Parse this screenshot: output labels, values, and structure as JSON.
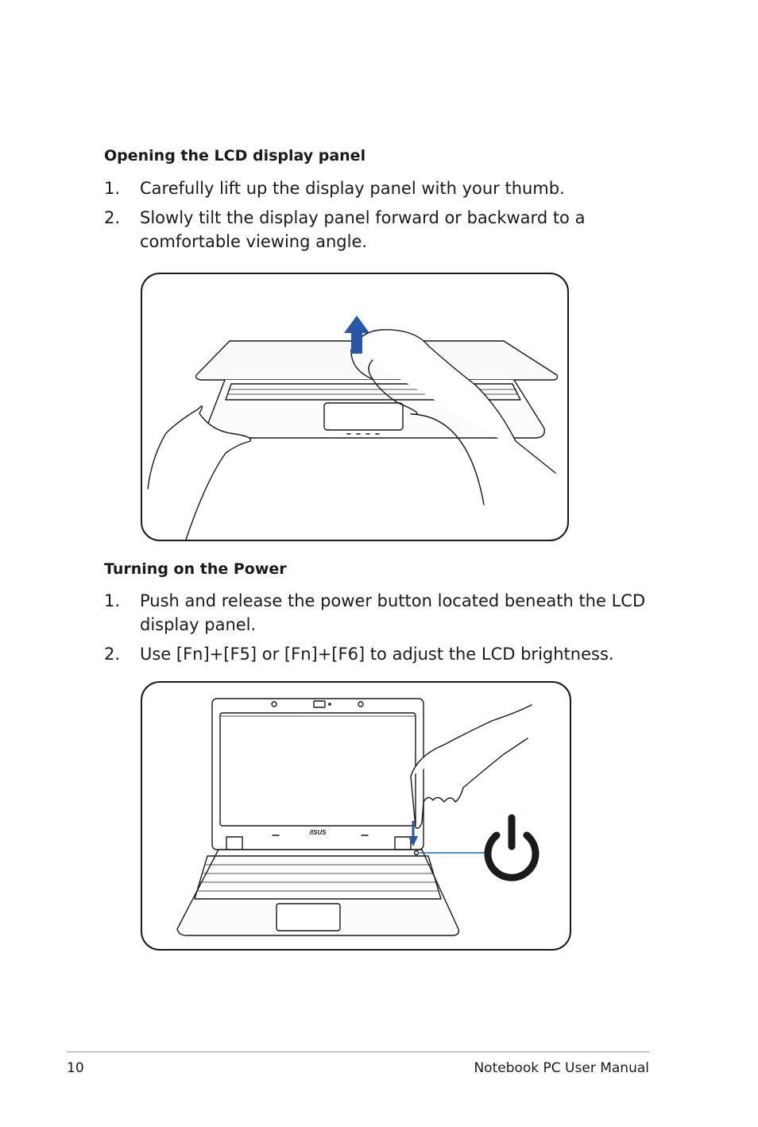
{
  "section1": {
    "heading": "Opening the LCD display panel",
    "steps": [
      {
        "num": "1.",
        "text": "Carefully lift up the display panel with your thumb."
      },
      {
        "num": "2.",
        "text": "Slowly tilt the display panel forward or backward to a comfortable viewing angle."
      }
    ]
  },
  "section2": {
    "heading": "Turning on the Power",
    "steps": [
      {
        "num": "1.",
        "text": "Push and release the power button located beneath the LCD display panel."
      },
      {
        "num": "2.",
        "text": "Use [Fn]+[F5] or [Fn]+[F6] to adjust the LCD brightness."
      }
    ]
  },
  "figure2": {
    "brand_logo": "/ISUS"
  },
  "footer": {
    "page_number": "10",
    "manual_title": "Notebook PC User Manual"
  },
  "colors": {
    "arrow_blue": "#2a56a8",
    "line_blue": "#1f6ec4",
    "text": "#1a1a1a"
  },
  "icons": [
    "up-arrow-icon",
    "down-arrow-icon",
    "power-icon"
  ]
}
